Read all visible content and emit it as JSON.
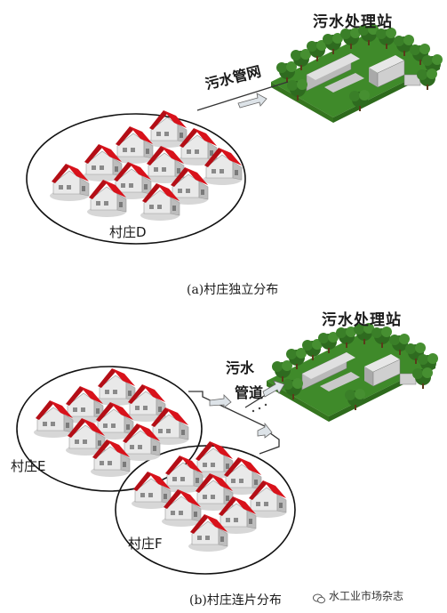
{
  "diagram_a": {
    "plant_label": "污水处理站",
    "pipe_label": "污水管网",
    "village_label": "村庄D",
    "caption": "(a)村庄独立分布"
  },
  "diagram_b": {
    "plant_label": "污水处理站",
    "pipe_label_line1": "污水",
    "pipe_label_line2": "管道",
    "village_e_label": "村庄E",
    "village_f_label": "村庄F",
    "caption": "(b)村庄连片分布"
  },
  "watermark": "水工业市场杂志",
  "colors": {
    "roof": "#d8121b",
    "wall": "#d9d9d9",
    "lawn": "#3f8a2a",
    "tree": "#2e6b1f",
    "pipe_arrow": "#dde3e8"
  }
}
